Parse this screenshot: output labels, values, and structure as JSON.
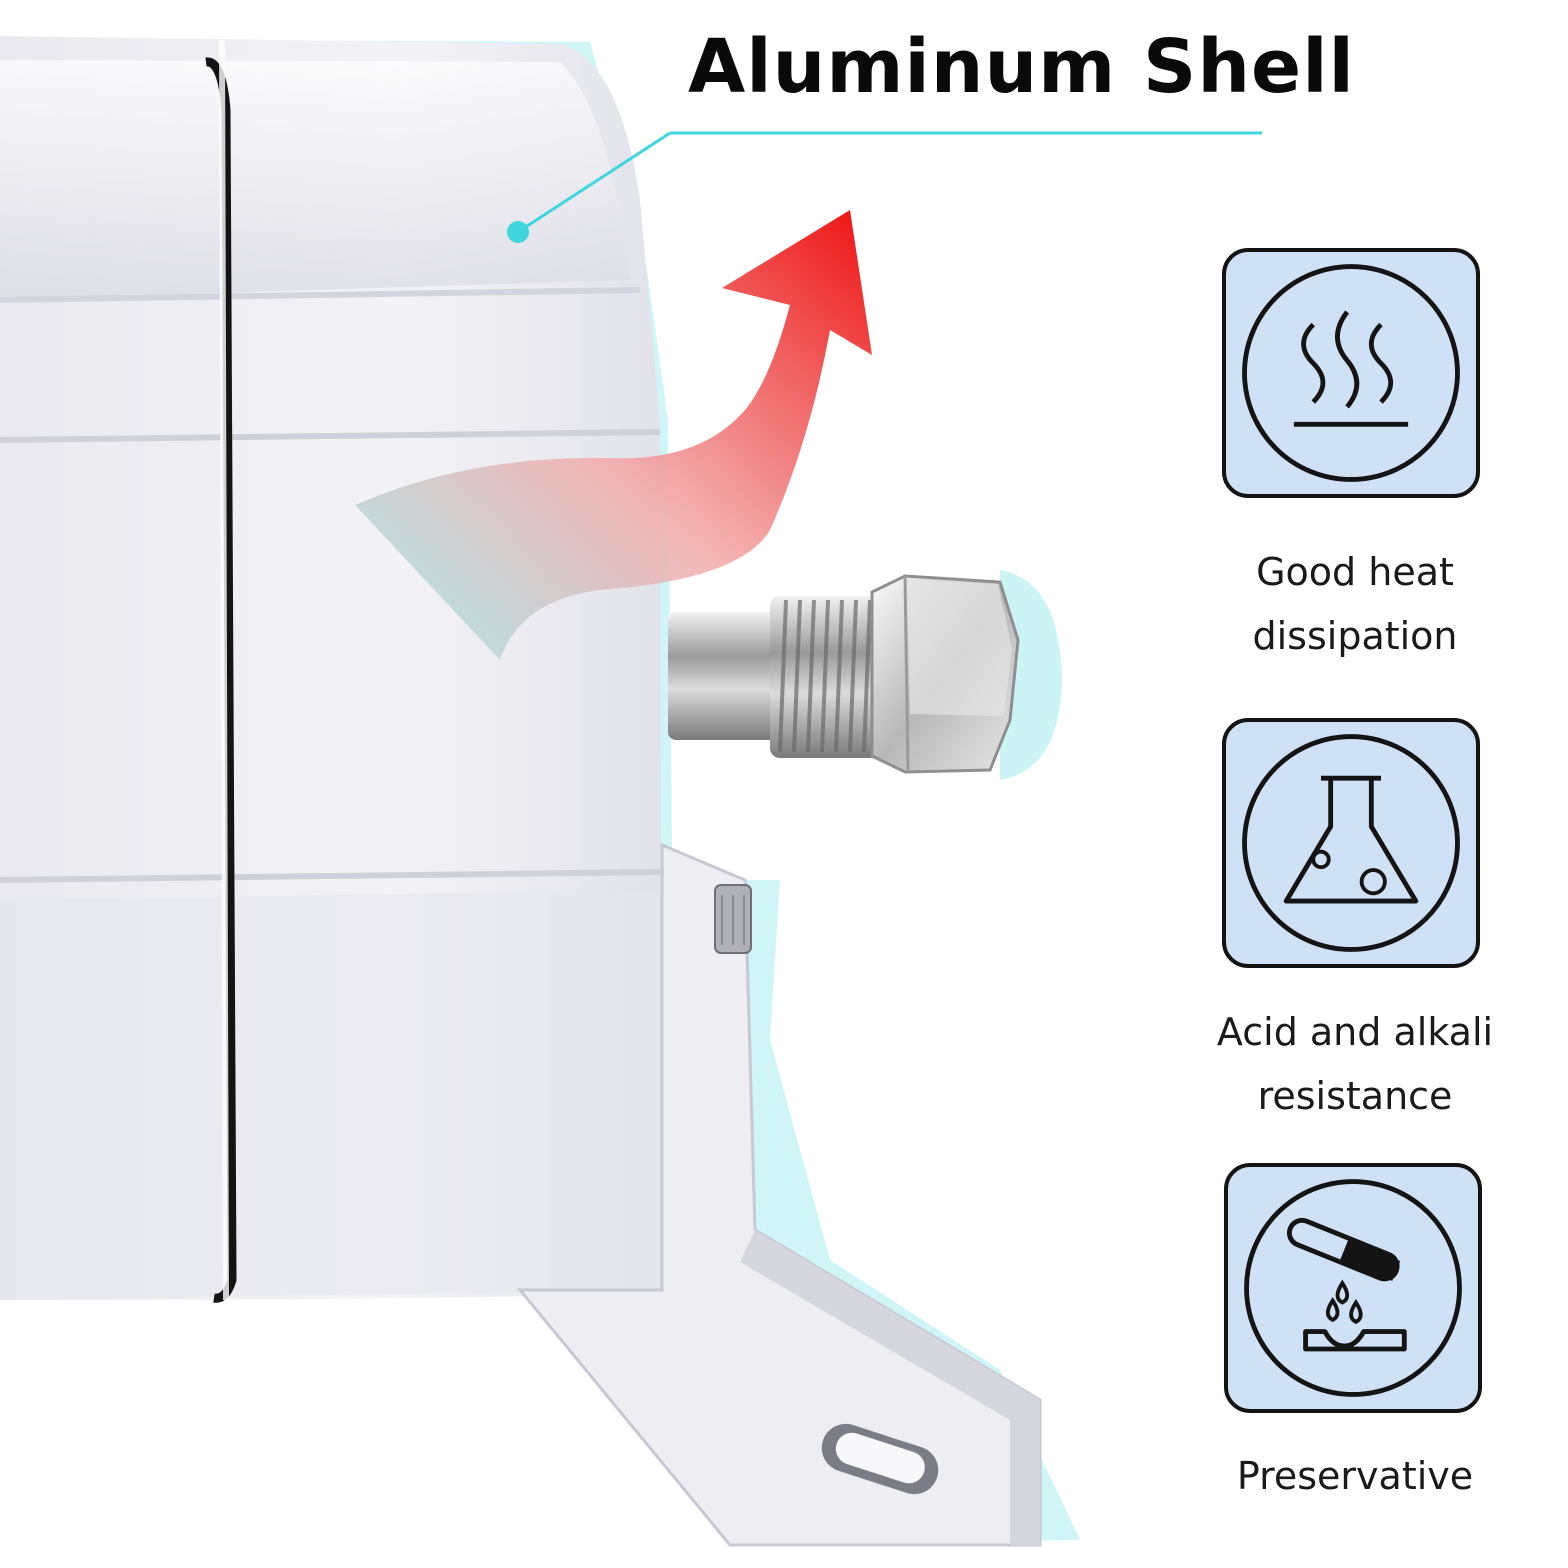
{
  "headline": "Aluminum Shell",
  "features": [
    {
      "icon": "heat-waves-icon",
      "lines": [
        "Good heat",
        "dissipation"
      ]
    },
    {
      "icon": "flask-icon",
      "lines": [
        "Acid and alkali",
        "resistance"
      ]
    },
    {
      "icon": "corrosion-drop-icon",
      "lines": [
        "Preservative"
      ]
    }
  ],
  "colors": {
    "accent_cyan": "#3fd6de",
    "arrow_red": "#ee1c1c",
    "tile_fill": "#cfe1f4",
    "shell_white": "#eeeef2"
  }
}
